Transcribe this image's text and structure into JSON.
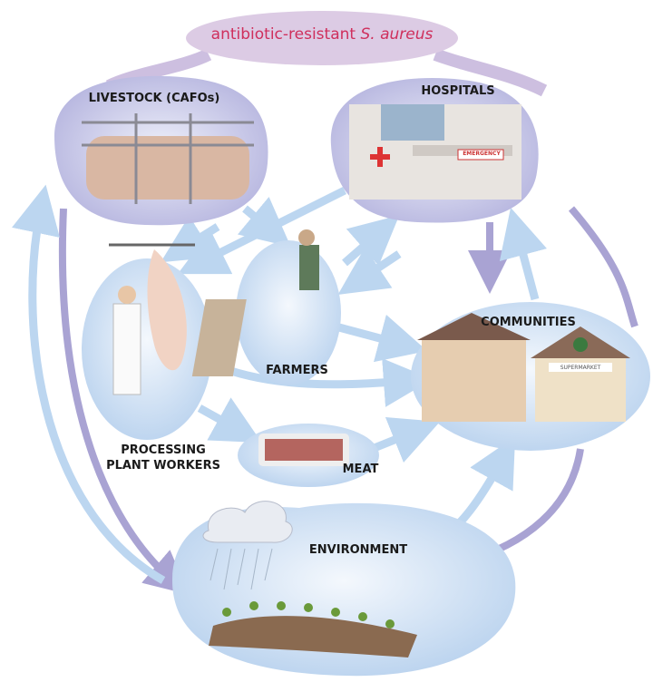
{
  "title": {
    "text": "antibiotic-resistant",
    "species": "S. aureus"
  },
  "nodes": {
    "livestock": "LIVESTOCK  (CAFOs)",
    "hospitals": "HOSPITALS",
    "farmers": "FARMERS",
    "processing_line1": "PROCESSING",
    "processing_line2": "PLANT WORKERS",
    "communities": "COMMUNITIES",
    "meat": "MEAT",
    "environment": "ENVIRONMENT"
  },
  "hospital_sign": "EMERGENCY",
  "store_sign": "SUPERMARKET",
  "colors": {
    "title_text": "#cf2f5c",
    "title_bubble": "#dccbe4",
    "arrow_blue": "#bcd6f0",
    "arrow_purple": "#a9a3d3",
    "node_fill": "#cfe0f3"
  }
}
